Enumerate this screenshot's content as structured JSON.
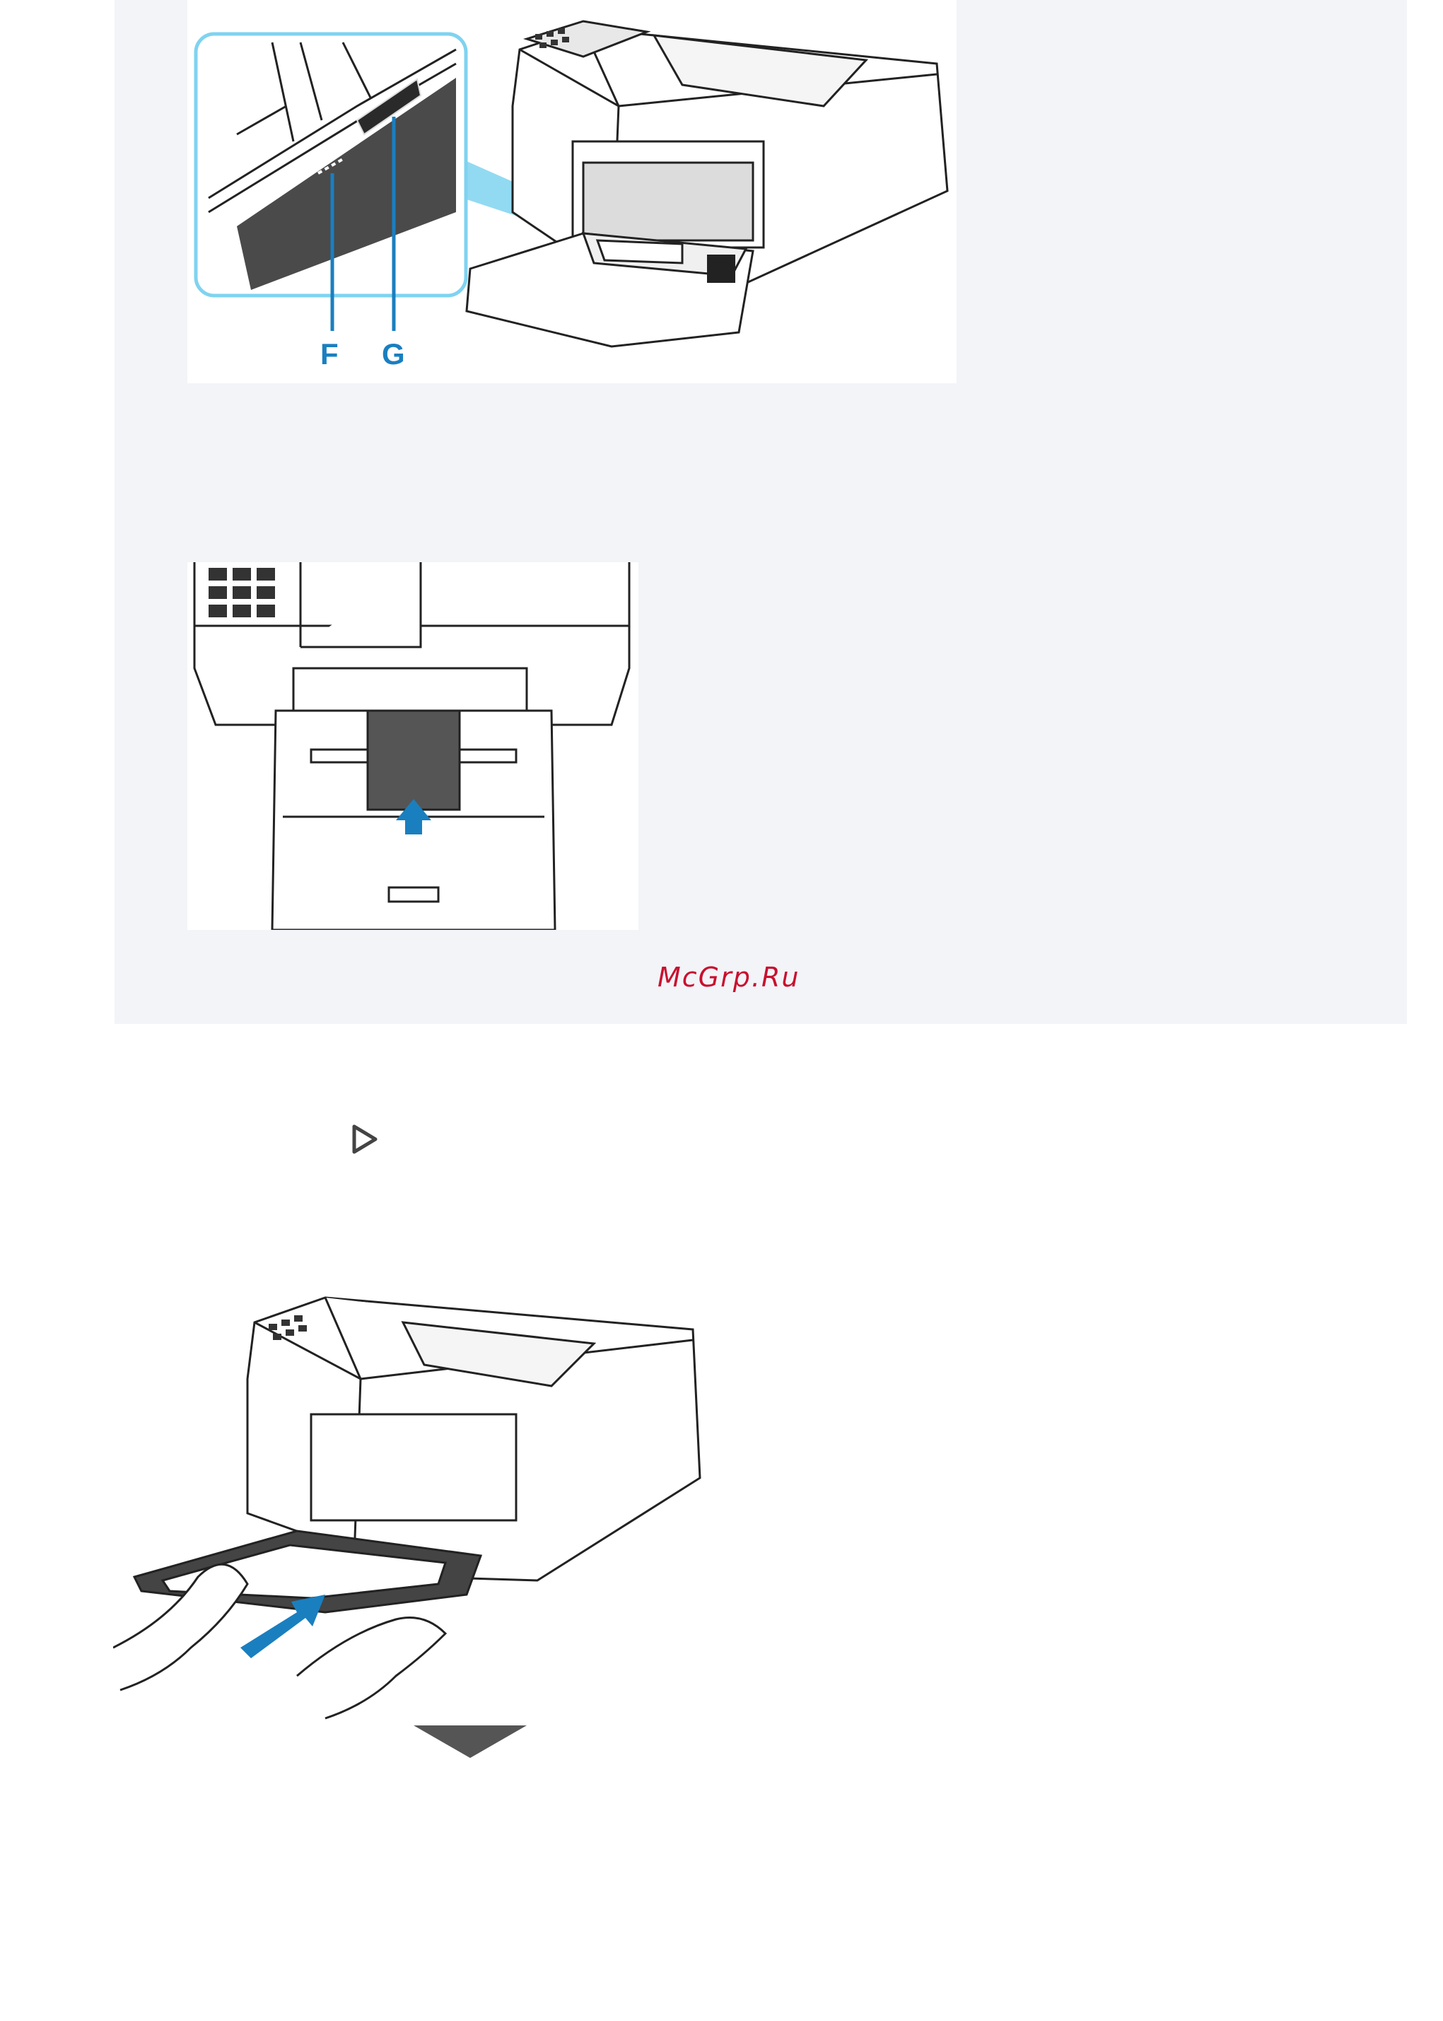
{
  "figures": {
    "detail": {
      "callouts": [
        {
          "id": "F",
          "label": "F"
        },
        {
          "id": "G",
          "label": "G"
        }
      ]
    }
  },
  "watermark": "McGrp.Ru",
  "icons": {
    "play": "play-triangle-icon",
    "next_step": "down-arrow-icon"
  },
  "colors": {
    "panel_background": "#f2f4f8",
    "callout_blue": "#1a7fbf",
    "highlight_cyan": "#7fd3f0",
    "watermark_red": "#c8102e",
    "step_arrow_gray": "#555555"
  }
}
